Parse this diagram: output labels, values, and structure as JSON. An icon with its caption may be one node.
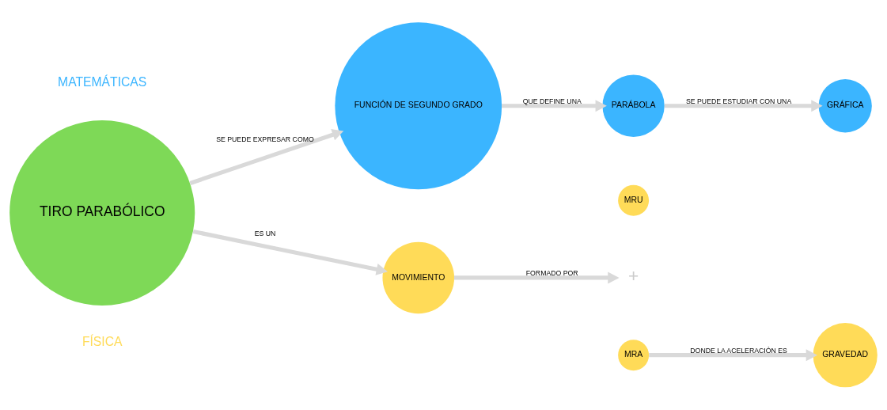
{
  "diagram": {
    "nodes": [
      {
        "text": [
          "TIRO PARABÓLICO"
        ]
      },
      {
        "text": [
          "FUNCIÓN DE SEGUNDO GRADO"
        ]
      },
      {
        "text": [
          "PARÁBOLA"
        ]
      },
      {
        "text": [
          "GRÁFICA"
        ]
      },
      {
        "text": [
          "MOVIMIENTO"
        ]
      },
      {
        "text": [
          "MRU"
        ]
      },
      {
        "text": [
          "+"
        ]
      },
      {
        "text": [
          "MRA"
        ]
      },
      {
        "text": [
          "GRAVEDAD"
        ]
      }
    ],
    "edges": [
      {
        "from": 0,
        "to": 1,
        "arrow": "to",
        "label": "SE PUEDE EXPRESAR COMO"
      },
      {
        "from": 1,
        "to": 2,
        "arrow": "to",
        "label": "QUE DEFINE UNA"
      },
      {
        "from": 2,
        "to": 3,
        "arrow": "to",
        "label": "SE PUEDE ESTUDIAR CON UNA"
      },
      {
        "from": 0,
        "to": 4,
        "arrow": "to",
        "label": "ES UN"
      },
      {
        "from": 4,
        "to": 6,
        "arrow": "to",
        "label": "FORMADO POR"
      },
      {
        "from": 7,
        "to": 8,
        "arrow": "to",
        "label": "DONDE LA ACELERACIÓN ES"
      }
    ],
    "labels": [
      "MATEMÁTICAS",
      "FÍSICA"
    ]
  }
}
